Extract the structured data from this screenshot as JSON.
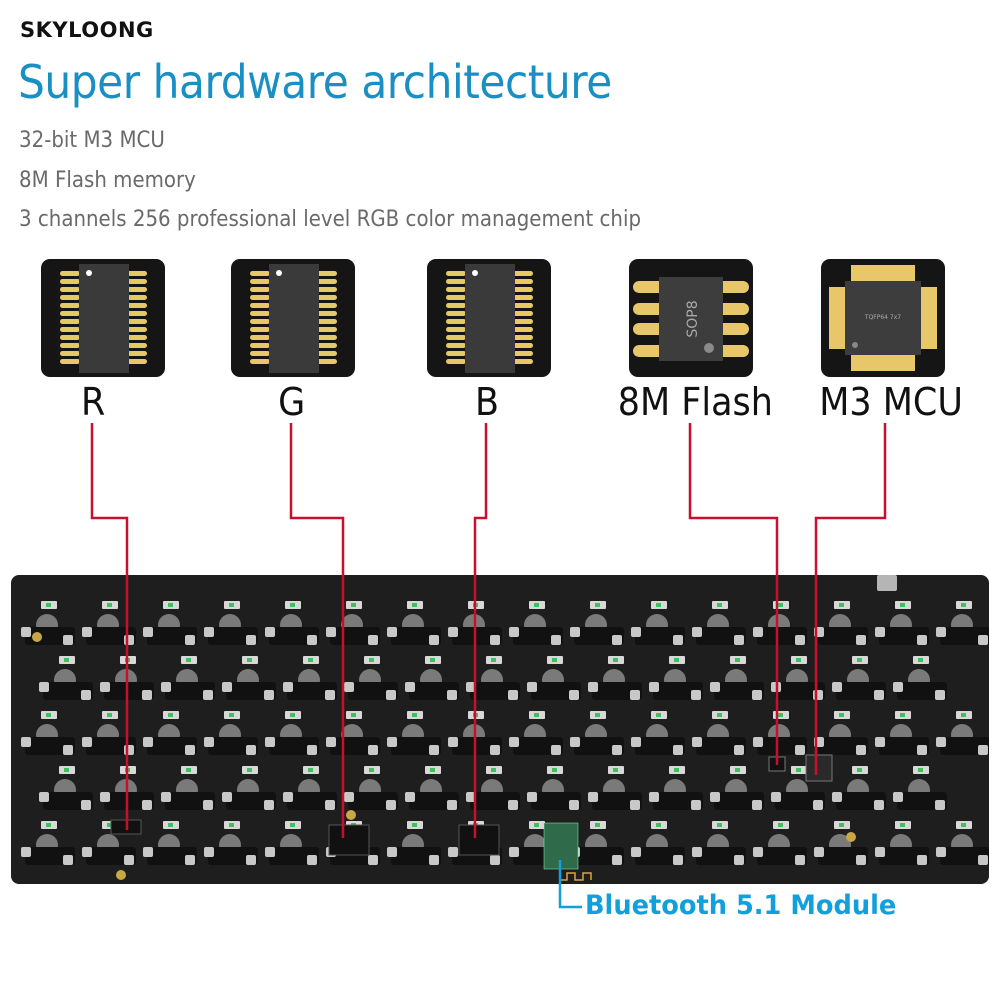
{
  "brand": {
    "logo": "SKYLOONG"
  },
  "header": {
    "title": "Super hardware architecture"
  },
  "features": [
    "32-bit M3 MCU",
    "8M Flash memory",
    "3 channels 256 professional level RGB color management chip"
  ],
  "chips": [
    {
      "label": "R",
      "package": "",
      "icon": "ic-chip-icon"
    },
    {
      "label": "G",
      "package": "",
      "icon": "ic-chip-icon"
    },
    {
      "label": "B",
      "package": "",
      "icon": "ic-chip-icon"
    },
    {
      "label": "8M Flash",
      "package": "SOP8",
      "icon": "sop8-chip-icon"
    },
    {
      "label": "M3 MCU",
      "package": "TQFP64 7x7",
      "icon": "tqfp-chip-icon"
    }
  ],
  "callout": {
    "label": "Bluetooth 5.1 Module"
  },
  "colors": {
    "title": "#1a8fc4",
    "callout": "#12a0dc",
    "leader_line": "#c8102e",
    "pcb": "#1e1e1e"
  }
}
